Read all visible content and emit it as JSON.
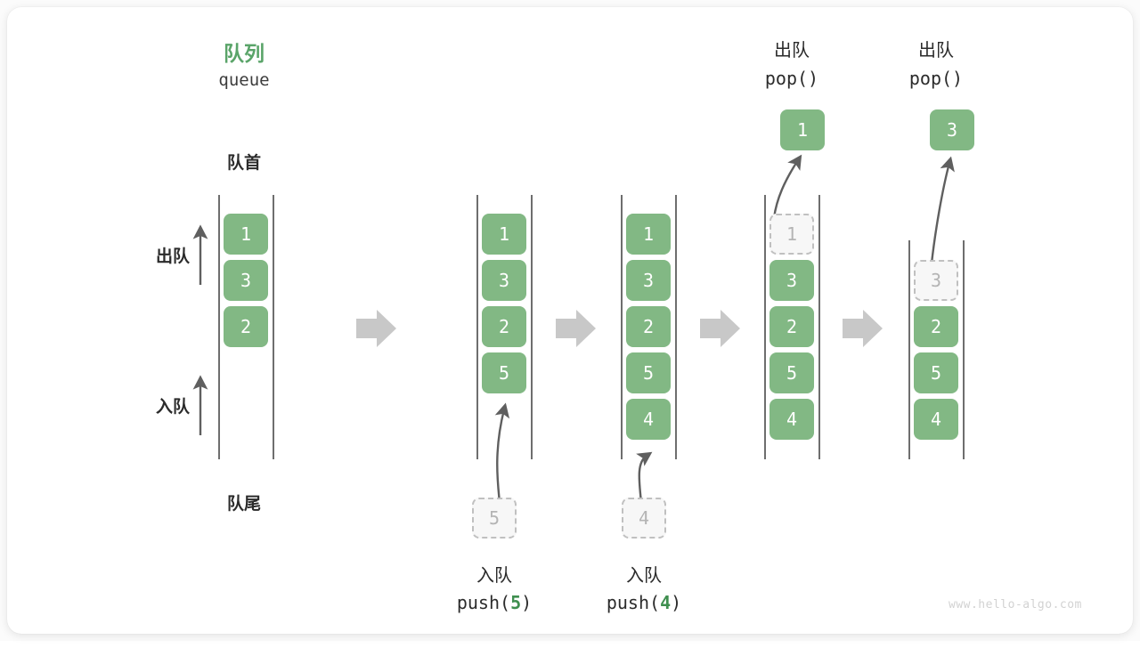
{
  "diagram": {
    "title_cn": "队列",
    "title_en": "queue",
    "front_label": "队首",
    "rear_label": "队尾",
    "dequeue_label": "出队",
    "enqueue_label": "入队",
    "watermark": "www.hello-algo.com",
    "accent_color": "#5aa469",
    "cell_color": "#82b884",
    "ghost_color": "#f7f7f7",
    "rail_color": "#4a4a4a",
    "transition_arrow_color": "#c8c8c8"
  },
  "panels": [
    {
      "id": "initial",
      "cells": [
        {
          "value": "1",
          "state": "filled"
        },
        {
          "value": "3",
          "state": "filled"
        },
        {
          "value": "2",
          "state": "filled"
        }
      ],
      "caption_cn": "",
      "caption_code": "",
      "incoming": null,
      "popped": null
    },
    {
      "id": "push-5",
      "cells": [
        {
          "value": "1",
          "state": "filled"
        },
        {
          "value": "3",
          "state": "filled"
        },
        {
          "value": "2",
          "state": "filled"
        },
        {
          "value": "5",
          "state": "filled"
        }
      ],
      "caption_cn": "入队",
      "caption_code_prefix": "push(",
      "caption_code_arg": "5",
      "caption_code_suffix": ")",
      "incoming": {
        "value": "5",
        "state": "ghost"
      },
      "popped": null
    },
    {
      "id": "push-4",
      "cells": [
        {
          "value": "1",
          "state": "filled"
        },
        {
          "value": "3",
          "state": "filled"
        },
        {
          "value": "2",
          "state": "filled"
        },
        {
          "value": "5",
          "state": "filled"
        },
        {
          "value": "4",
          "state": "filled"
        }
      ],
      "caption_cn": "入队",
      "caption_code_prefix": "push(",
      "caption_code_arg": "4",
      "caption_code_suffix": ")",
      "incoming": {
        "value": "4",
        "state": "ghost"
      },
      "popped": null
    },
    {
      "id": "pop-1",
      "cells": [
        {
          "value": "1",
          "state": "ghost"
        },
        {
          "value": "3",
          "state": "filled"
        },
        {
          "value": "2",
          "state": "filled"
        },
        {
          "value": "5",
          "state": "filled"
        },
        {
          "value": "4",
          "state": "filled"
        }
      ],
      "header_cn": "出队",
      "header_code": "pop()",
      "popped": {
        "value": "1",
        "state": "filled"
      },
      "incoming": null
    },
    {
      "id": "pop-3",
      "cells": [
        {
          "value": "",
          "state": "empty"
        },
        {
          "value": "3",
          "state": "ghost"
        },
        {
          "value": "2",
          "state": "filled"
        },
        {
          "value": "5",
          "state": "filled"
        },
        {
          "value": "4",
          "state": "filled"
        }
      ],
      "header_cn": "出队",
      "header_code": "pop()",
      "popped": {
        "value": "3",
        "state": "filled"
      },
      "incoming": null
    }
  ]
}
